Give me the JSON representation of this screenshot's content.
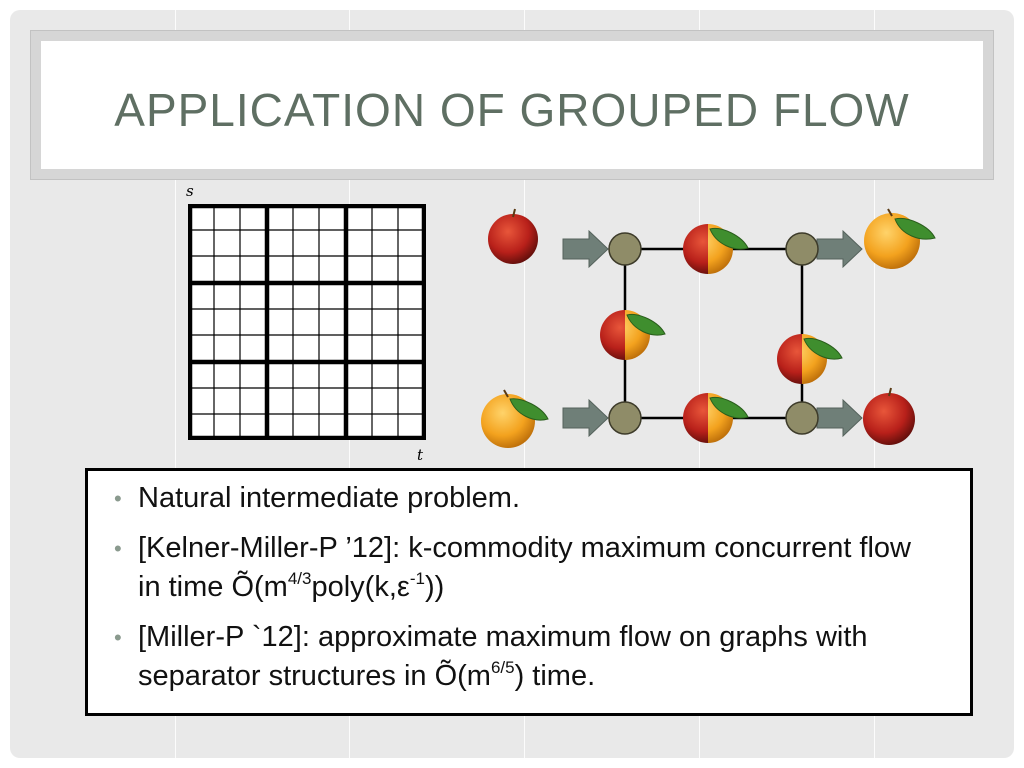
{
  "slide": {
    "title": "APPLICATION OF GROUPED FLOW"
  },
  "grid_figure": {
    "source_label": "s",
    "sink_label": "t"
  },
  "flow_figure": {
    "fruit_icons": [
      "apple-icon",
      "orange-icon",
      "half-apple-half-orange-icon"
    ],
    "colors": {
      "node_fill": "#8f8c68",
      "arrow_fill": "#6f7f78",
      "apple": "#b8201a",
      "orange": "#f3a21e",
      "leaf": "#3f8e2e"
    }
  },
  "bullets": [
    {
      "pre": "Natural intermediate problem.",
      "sup": "",
      "mid": "",
      "sup2": "",
      "post": ""
    },
    {
      "pre": "[Kelner-Miller-P ’12]: k-commodity maximum concurrent flow in time Õ(m",
      "sup": "4/3",
      "mid": "poly(k,ε",
      "sup2": "-1",
      "post": "))"
    },
    {
      "pre": "[Miller-P `12]: approximate maximum flow on graphs with separator structures in Õ(m",
      "sup": "6/5",
      "mid": ") time.",
      "sup2": "",
      "post": ""
    }
  ]
}
